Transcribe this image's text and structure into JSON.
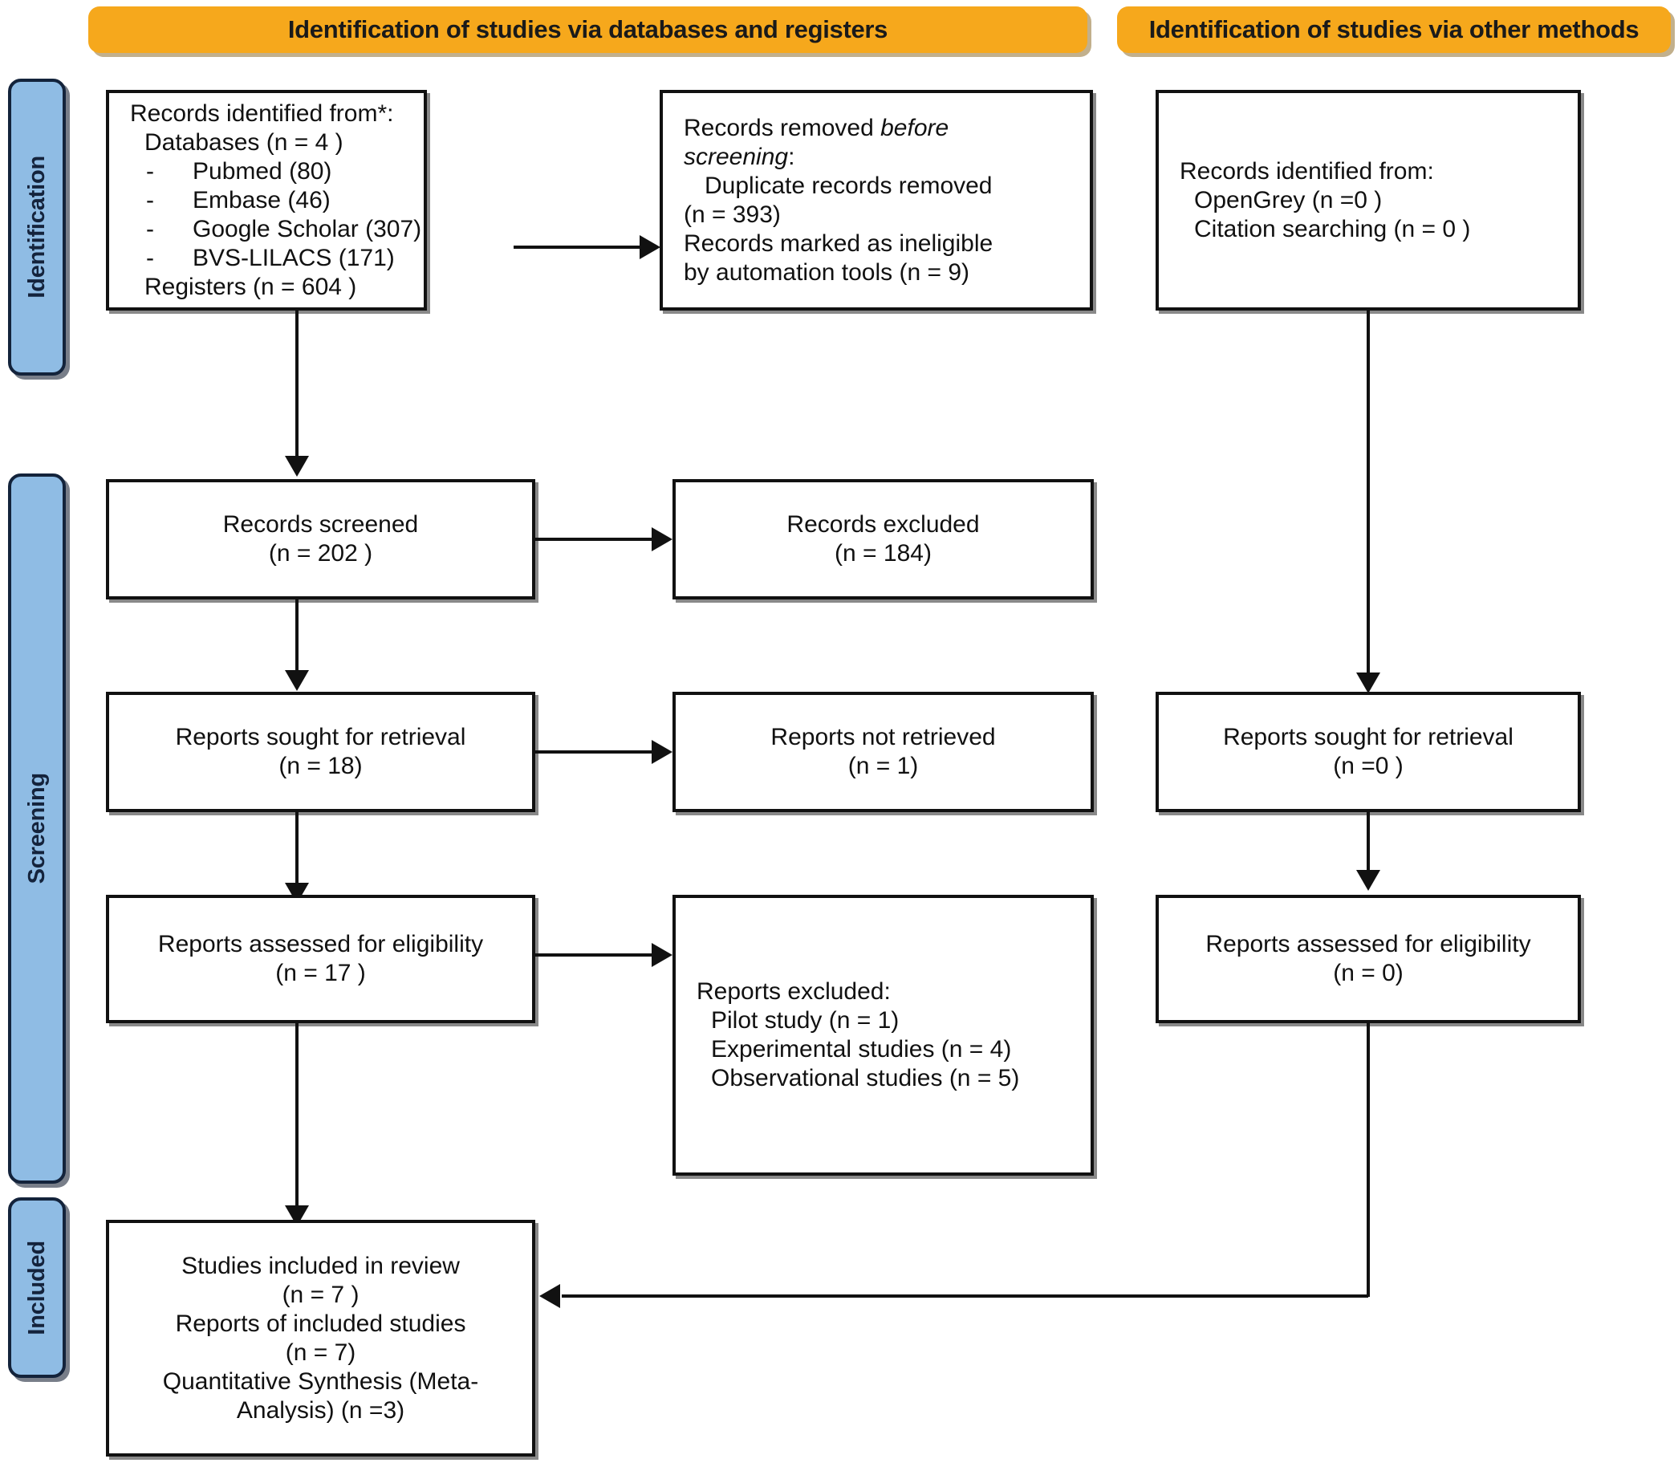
{
  "diagram": {
    "title": "PRISMA 2020 flow diagram",
    "colors": {
      "banner": "#F6A81C",
      "stage_tab": "#8FBCE4",
      "stage_tab_border": "#13233B",
      "box_border": "#111111",
      "background": "#FFFFFF"
    }
  },
  "banners": {
    "databases": "Identification of studies via databases and registers",
    "other": "Identification of studies via other methods"
  },
  "stages": {
    "identification": "Identification",
    "screening": "Screening",
    "included": "Included"
  },
  "boxes": {
    "records_identified": {
      "title": "Records identified from*:",
      "databases": "Databases (n = 4 )",
      "sources": [
        {
          "dash": "-",
          "label": "Pubmed (80)"
        },
        {
          "dash": "-",
          "label": "Embase (46)"
        },
        {
          "dash": "-",
          "label": "Google Scholar (307)"
        },
        {
          "dash": "-",
          "label": "BVS-LILACS (171)"
        }
      ],
      "registers": "Registers (n = 604 )"
    },
    "records_removed": {
      "line1": "Records removed ",
      "line1_em": "before",
      "line2_em": "screening",
      "line2_tail": ":",
      "line3": "Duplicate records removed",
      "line4": "(n = 393)",
      "line5": "Records marked as ineligible",
      "line6": "by automation tools (n = 9)"
    },
    "records_identified_other": {
      "title": "Records identified from:",
      "sources": [
        "OpenGrey (n =0 )",
        "Citation searching (n = 0 )"
      ]
    },
    "records_screened": {
      "line1": "Records screened",
      "line2": "(n = 202 )"
    },
    "records_excluded": {
      "line1": "Records excluded",
      "line2": "(n =  184)"
    },
    "reports_sought": {
      "line1": "Reports sought for retrieval",
      "line2": "(n = 18)"
    },
    "reports_not_retrieved": {
      "line1": "Reports not retrieved",
      "line2": "(n = 1)"
    },
    "reports_sought_other": {
      "line1": "Reports sought for retrieval",
      "line2": "(n =0 )"
    },
    "reports_assessed": {
      "line1": "Reports assessed for eligibility",
      "line2": "(n = 17 )"
    },
    "reports_excluded": {
      "title": "Reports excluded:",
      "reasons": [
        "Pilot study (n = 1)",
        "Experimental studies (n = 4)",
        "Observational studies (n = 5)"
      ]
    },
    "reports_assessed_other": {
      "line1": "Reports assessed for eligibility",
      "line2": "(n = 0)"
    },
    "studies_included": {
      "line1": "Studies included in review",
      "line2": "(n = 7 )",
      "line3": "Reports of included studies",
      "line4": "(n = 7)",
      "line5": "Quantitative Synthesis (Meta-",
      "line6": "Analysis) (n =3)"
    }
  }
}
